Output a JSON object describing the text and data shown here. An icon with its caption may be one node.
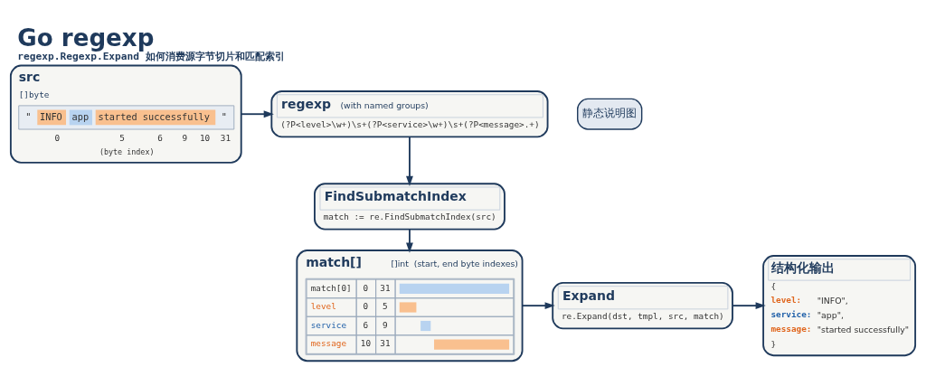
{
  "diagram": {
    "title": "Go regexp",
    "caption": "regexp.Regexp.Expand 如何消费源字节切片和匹配索引",
    "nodes": [
      {
        "text": [
          "src",
          "[]byte",
          "\"",
          "INFO",
          "app",
          "started successfully",
          "\"",
          "0",
          "5",
          "6",
          "9",
          "10",
          "31",
          "(byte index)"
        ]
      },
      {
        "text": [
          "regexp",
          "(with named groups)",
          "(?P<level>\\w+)\\s+(?P<service>\\w+)\\s+(?P<message>.+)"
        ]
      },
      {
        "text": [
          "FindSubmatchIndex",
          "match := re.FindSubmatchIndex(src)"
        ]
      },
      {
        "text": [
          "match[]",
          "[]int  (start, end byte indexes)",
          "match[0]",
          "0",
          "31",
          "level",
          "0",
          "5",
          "service",
          "6",
          "9",
          "message",
          "10",
          "31"
        ]
      },
      {
        "text": [
          "Expand",
          "re.Expand(dst, tmpl, src, match)"
        ]
      },
      {
        "text": [
          "结构化输出",
          "{",
          "level:",
          "\"INFO\",",
          "service:",
          "\"app\",",
          "message:",
          "\"started successfully\"",
          "}"
        ]
      }
    ],
    "edges": [
      {
        "from": 0,
        "to": 1,
        "arrow": "to"
      },
      {
        "from": 1,
        "to": 2,
        "arrow": "to"
      },
      {
        "from": 2,
        "to": 3,
        "arrow": "to"
      },
      {
        "from": 3,
        "to": 4,
        "arrow": "to"
      },
      {
        "from": 4,
        "to": 5,
        "arrow": "to"
      }
    ],
    "labels": [
      "静态说明图"
    ]
  }
}
